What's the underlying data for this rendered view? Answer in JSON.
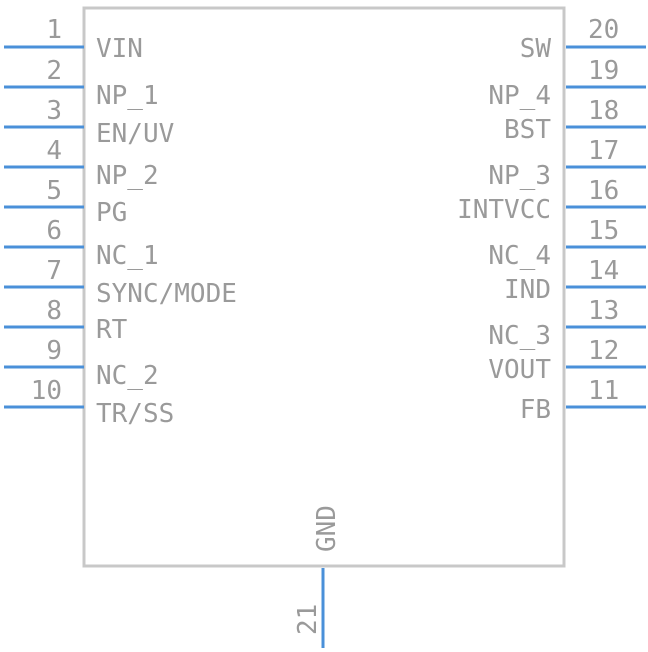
{
  "colors": {
    "body_outline": "#c8c8c8",
    "pin": "#4a90d9",
    "text": "#9a9a9a"
  },
  "left_pins": [
    {
      "number": "1",
      "name": "VIN",
      "bar": ""
    },
    {
      "number": "2",
      "name": "NP_1",
      "bar": ""
    },
    {
      "number": "3",
      "name": "EN/UV",
      "bar": ""
    },
    {
      "number": "4",
      "name": "NP_2",
      "bar": ""
    },
    {
      "number": "5",
      "name": "PG",
      "bar": ""
    },
    {
      "number": "6",
      "name": "NC_1",
      "bar": ""
    },
    {
      "number": "7",
      "name": "SYNC/MODE",
      "bar": ""
    },
    {
      "number": "8",
      "name": "RT",
      "bar": ""
    },
    {
      "number": "9",
      "name": "NC_2",
      "bar": ""
    },
    {
      "number": "10",
      "name": "TR/SS",
      "bar": ""
    }
  ],
  "right_pins": [
    {
      "number": "20",
      "name": "SW",
      "bar": ""
    },
    {
      "number": "19",
      "name": "NP_4",
      "bar": ""
    },
    {
      "number": "18",
      "name": "BST",
      "bar": ""
    },
    {
      "number": "17",
      "name": "NP_3",
      "bar": ""
    },
    {
      "number": "16",
      "name": "INTVCC",
      "bar": ""
    },
    {
      "number": "15",
      "name": "NC_4",
      "bar": ""
    },
    {
      "number": "14",
      "name": "IND",
      "bar": ""
    },
    {
      "number": "13",
      "name": "NC_3",
      "bar": ""
    },
    {
      "number": "12",
      "name": "VOUT",
      "bar": ""
    },
    {
      "number": "11",
      "name": "FB",
      "bar": ""
    }
  ],
  "bottom_pin": {
    "number": "21",
    "name": "GND"
  }
}
